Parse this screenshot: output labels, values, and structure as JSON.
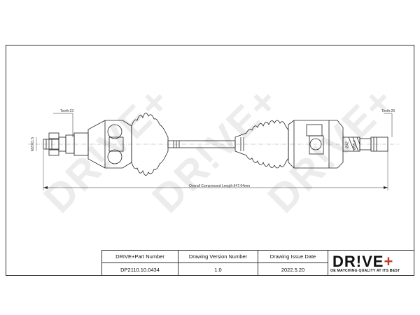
{
  "watermark": {
    "text": "DR!VE+"
  },
  "drawing": {
    "left_teeth_label": "Teeth:23",
    "right_teeth_label": "Teeth:26",
    "left_diameter_label": "M20X1.5",
    "length_label": "Overall Compressed Length:647.64mm",
    "dim_small_1": "Ø42",
    "dim_small_2": "Ø55.7"
  },
  "title_block": {
    "part_number_header": "DRIVE+Part Number",
    "part_number_value": "DP2110.10.0434",
    "version_header": "Drawing Version Number",
    "version_value": "1.0",
    "issue_date_header": "Drawing Issue Date",
    "issue_date_value": "2022.5.20"
  },
  "brand": {
    "logo_text": "DR!VE",
    "logo_plus": "+",
    "tagline": "OE MATCHING QUALITY AT ITS BEST",
    "accent_color": "#c0392b"
  }
}
